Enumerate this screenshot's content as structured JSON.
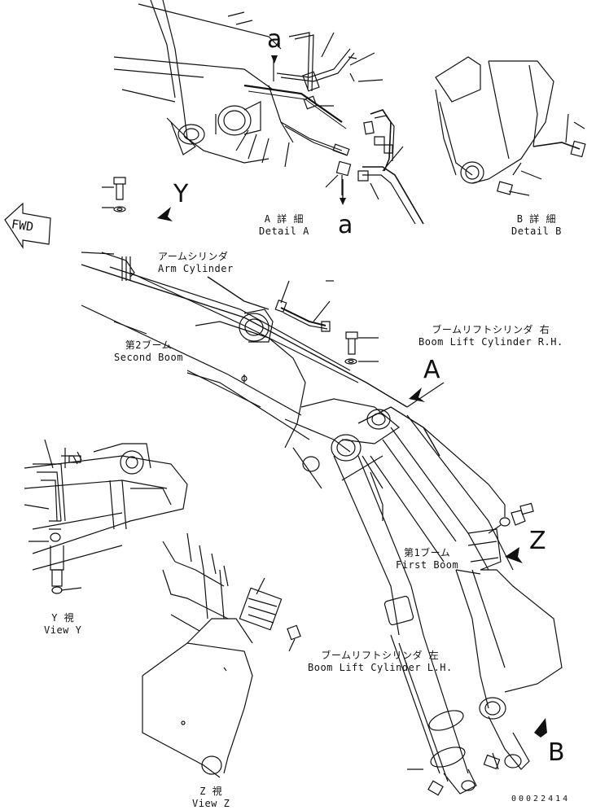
{
  "detail_a": {
    "jp": "A 詳 細",
    "en": "Detail A"
  },
  "detail_b": {
    "jp": "B 詳 細",
    "en": "Detail B"
  },
  "arm_cylinder": {
    "jp": "アームシリンダ",
    "en": "Arm Cylinder"
  },
  "second_boom": {
    "jp": "第2ブーム",
    "en": "Second Boom"
  },
  "boom_lift_rh": {
    "jp": "ブームリフトシリンダ 右",
    "en": "Boom Lift Cylinder R.H."
  },
  "first_boom": {
    "jp": "第1ブーム",
    "en": "First Boom"
  },
  "boom_lift_lh": {
    "jp": "ブームリフトシリンダ 左",
    "en": "Boom Lift Cylinder L.H."
  },
  "view_y": {
    "jp": "Y 視",
    "en": "View Y"
  },
  "view_z": {
    "jp": "Z 視",
    "en": "View Z"
  },
  "markers": {
    "a_upper": "a",
    "a_lower": "a",
    "y": "Y",
    "z": "Z",
    "A": "A",
    "B": "B"
  },
  "fwd": "FWD",
  "drawing_number": "00022414"
}
